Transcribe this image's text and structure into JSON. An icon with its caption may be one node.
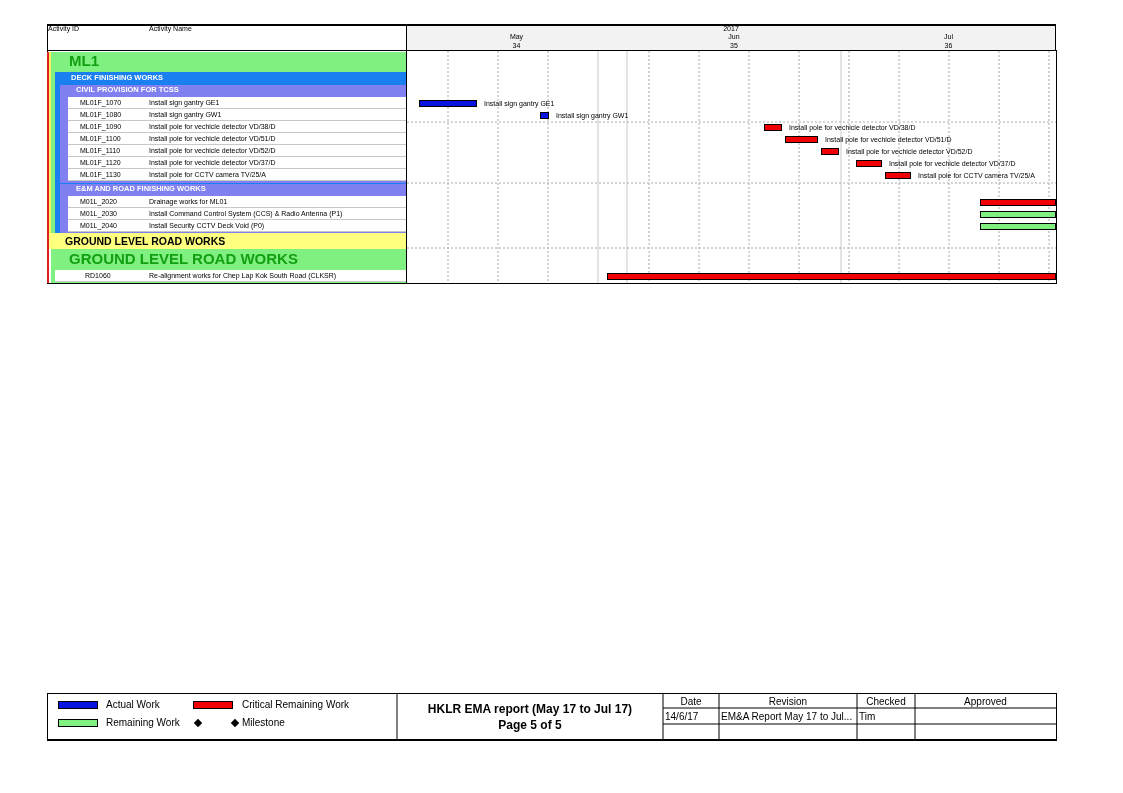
{
  "diagram": {
    "title": "HKLR EMA report (May 17 to Jul 17)",
    "nodes": [
      {
        "text": [
          "ML1"
        ]
      },
      {
        "text": [
          "DECK FINISHING WORKS"
        ],
        "in": 0
      },
      {
        "text": [
          "CIVIL PROVISION FOR TCSS"
        ],
        "in": 1
      },
      {
        "text": [
          "ML01F_1070",
          "Install sign gantry GE1"
        ],
        "in": 2
      },
      {
        "text": [
          "ML01F_1080",
          "Install sign gantry GW1"
        ],
        "in": 2
      },
      {
        "text": [
          "ML01F_1090",
          "Install pole for vechicle detector VD/38/D"
        ],
        "in": 2
      },
      {
        "text": [
          "ML01F_1100",
          "Install pole for vechicle detector VD/51/D"
        ],
        "in": 2
      },
      {
        "text": [
          "ML01F_1110",
          "Install pole for vechicle detector VD/52/D"
        ],
        "in": 2
      },
      {
        "text": [
          "ML01F_1120",
          "Install pole for vechicle detector VD/37/D"
        ],
        "in": 2
      },
      {
        "text": [
          "ML01F_1130",
          "Install pole for CCTV camera TV/25/A"
        ],
        "in": 2
      },
      {
        "text": [
          "E&M AND ROAD FINISHING WORKS"
        ],
        "in": 1
      },
      {
        "text": [
          "M01L_2020",
          "Drainage works for ML01"
        ],
        "in": 10
      },
      {
        "text": [
          "M01L_2030",
          "Install Command Control System (CCS) & Radio Antenna (P1)"
        ],
        "in": 10
      },
      {
        "text": [
          "M01L_2040",
          "Install Security CCTV Deck Void (P0)"
        ],
        "in": 10
      },
      {
        "text": [
          "GROUND LEVEL ROAD WORKS"
        ]
      },
      {
        "text": [
          "GROUND LEVEL ROAD WORKS"
        ]
      },
      {
        "text": [
          "RD1060",
          "Re-alignment works for Chep Lap Kok South Road (CLKSR)"
        ],
        "in": 15
      }
    ],
    "labels": [
      "Activity ID",
      "Activity Name",
      "2017",
      "May",
      "Jun",
      "Jul",
      "34",
      "35",
      "36",
      "Install sign gantry GE1",
      "Install sign gantry GW1",
      "Install pole for vechicle detector VD/38/D",
      "Install pole for vechicle detector VD/51/D",
      "Install pole for vechicle detector VD/52/D",
      "Install pole for vechicle detector VD/37/D",
      "Install pole for CCTV camera TV/25/A",
      "Page 5 of 5",
      "Date",
      "Revision",
      "Checked",
      "Approved",
      "14/6/17",
      "EM&A Report May 17 to Jul...",
      "Tim"
    ],
    "legend": [
      {
        "text": "Actual Work",
        "color": "#0a14e0"
      },
      {
        "text": "Critical Remaining Work",
        "color": "#f00000"
      },
      {
        "text": "Remaining Work",
        "color": "#80f080"
      },
      {
        "text": "Milestone"
      }
    ]
  }
}
